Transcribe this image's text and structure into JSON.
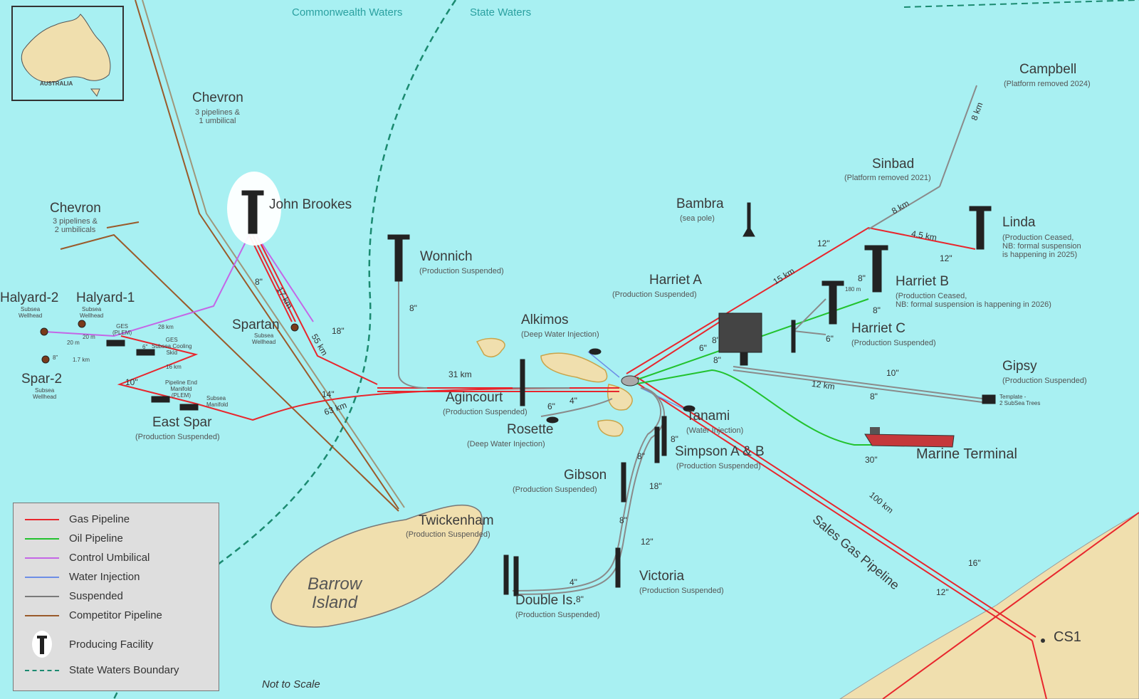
{
  "waters": {
    "commonwealth": "Commonwealth Waters",
    "state": "State Waters"
  },
  "inset": {
    "country": "AUSTRALIA"
  },
  "competitors": [
    {
      "name": "Chevron",
      "detail": "3 pipelines &\n1 umbilical"
    },
    {
      "name": "Chevron",
      "detail": "3 pipelines &\n2 umbilicals"
    }
  ],
  "facilities": {
    "campbell": {
      "name": "Campbell",
      "status": "(Platform removed 2024)"
    },
    "sinbad": {
      "name": "Sinbad",
      "status": "(Platform removed 2021)"
    },
    "bambra": {
      "name": "Bambra",
      "status": "(sea pole)"
    },
    "linda": {
      "name": "Linda",
      "status": "(Production Ceased,\nNB: formal suspension\nis happening in 2025)"
    },
    "john_brookes": {
      "name": "John Brookes"
    },
    "wonnich": {
      "name": "Wonnich",
      "status": "(Production Suspended)"
    },
    "harriet_a": {
      "name": "Harriet A",
      "status": "(Production Suspended)"
    },
    "harriet_b": {
      "name": "Harriet B",
      "status": "(Production Ceased,\nNB: formal suspension is happening in 2026)"
    },
    "harriet_c": {
      "name": "Harriet C",
      "status": "(Production Suspended)"
    },
    "alkimos": {
      "name": "Alkimos",
      "status": "(Deep Water Injection)"
    },
    "spartan": {
      "name": "Spartan",
      "status": "Subsea\nWellhead"
    },
    "halyard2": {
      "name": "Halyard-2",
      "status": "Subsea\nWellhead"
    },
    "halyard1": {
      "name": "Halyard-1",
      "status": "Subsea\nWellhead"
    },
    "spar2": {
      "name": "Spar-2",
      "status": "Subsea\nWellhead"
    },
    "ges_plem": {
      "name": "GES\n(PLEM)"
    },
    "ges_skid": {
      "name": "GES\nSubsea Cooling\nSkid"
    },
    "plem": {
      "name": "Pipeline End\nManifold\n(PLEM)"
    },
    "subsea_manifold": {
      "name": "Subsea\nManifold"
    },
    "east_spar": {
      "name": "East Spar",
      "status": "(Production Suspended)"
    },
    "agincourt": {
      "name": "Agincourt",
      "status": "(Production Suspended)"
    },
    "rosette": {
      "name": "Rosette",
      "status": "(Deep Water Injection)"
    },
    "tanami": {
      "name": "Tanami",
      "status": "(Water Injection)"
    },
    "simpson": {
      "name": "Simpson A & B",
      "status": "(Production Suspended)"
    },
    "gibson": {
      "name": "Gibson",
      "status": "(Production Suspended)"
    },
    "gipsy": {
      "name": "Gipsy",
      "status": "(Production Suspended)"
    },
    "gipsy_template": {
      "name": "Template -\n2 SubSea Trees"
    },
    "marine_terminal": {
      "name": "Marine Terminal"
    },
    "twickenham": {
      "name": "Twickenham",
      "status": "(Production Suspended)"
    },
    "victoria": {
      "name": "Victoria",
      "status": "(Production Suspended)"
    },
    "double_is": {
      "name": "Double Is.",
      "status": "(Production Suspended)"
    },
    "cs1": {
      "name": "CS1"
    }
  },
  "barrow_island": "Barrow\nIsland",
  "sales_gas": "Sales Gas Pipeline",
  "not_to_scale": "Not to Scale",
  "measurements": {
    "campbell_km": "8 km",
    "sinbad_km": "8 km",
    "linda_km": "4.5 km",
    "linda_in": "12\"",
    "harriet_15km": "15 km",
    "harriet_12in": "12\"",
    "hb_180m": "180 m",
    "hb_8a": "8\"",
    "hb_8b": "8\"",
    "ha_8a": "8\"",
    "ha_6": "6\"",
    "ha_8b": "8\"",
    "hc_6": "6\"",
    "gipsy_12km": "12 km",
    "gipsy_10": "10\"",
    "gipsy_8": "8\"",
    "mt_30": "30\"",
    "sales_100km": "100 km",
    "sales_16": "16\"",
    "sales_12": "12\"",
    "wonnich_8": "8\"",
    "wonnich_31km": "31 km",
    "agin_6": "6\"",
    "agin_4": "4\"",
    "jb_8": "8\"",
    "jb_17km": "17 km",
    "jb_55km": "55 km",
    "jb_18": "18\"",
    "es_14": "14\"",
    "es_63km": "63 km",
    "es_10": "10\"",
    "es_16km": "16 km",
    "hal_28km": "28 km",
    "hal_20m_a": "20 m",
    "hal_20m_b": "20 m",
    "hal_6": "6\"",
    "spar_8": "8\"",
    "spar_17km": "1.7 km",
    "tan_8": "8\"",
    "simp_8": "8\"",
    "gib_18": "18\"",
    "gib_8": "8\"",
    "vic_12": "12\"",
    "de_4": "4\"",
    "de_8": "8\""
  },
  "legend": [
    {
      "label": "Gas Pipeline",
      "color": "#e8262d"
    },
    {
      "label": "Oil Pipeline",
      "color": "#22c22e"
    },
    {
      "label": "Control Umbilical",
      "color": "#c466e6"
    },
    {
      "label": "Water Injection",
      "color": "#6d8ee6"
    },
    {
      "label": "Suspended",
      "color": "#7a7a7a"
    },
    {
      "label": "Competitor Pipeline",
      "color": "#9a5a2a"
    },
    {
      "label": "Producing Facility",
      "icon": "platform-icon"
    },
    {
      "label": "State Waters Boundary",
      "color": "#1b8a70"
    }
  ]
}
